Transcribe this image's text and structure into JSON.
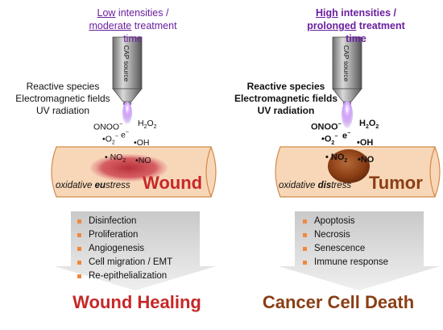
{
  "colors": {
    "purple_text": "#6a1fa0",
    "wound_red": "#c62828",
    "tumor_brown": "#8a3e14",
    "bullet_orange": "#f0883e",
    "tissue_fill": "#f8d7b8",
    "tissue_stroke": "#d28a4a",
    "arrow_gray": "#d0d0d0"
  },
  "left": {
    "header": {
      "line1_emph": "Low",
      "line1_rest": " intensities /",
      "line2_emph": "moderate",
      "line2_rest": " treatment time"
    },
    "source_label": "CAP source",
    "factors": [
      "Reactive species",
      "Electromagnetic fields",
      "UV radiation"
    ],
    "species": {
      "onoo": "ONOO",
      "onoo_sup": "−",
      "h2o2": "H",
      "h2o2_2": "2",
      "h2o2_3": "O",
      "h2o2_4": "2",
      "o2": "O",
      "o2_sub": "2",
      "o2_sup": "−",
      "e": "e",
      "e_sup": "−",
      "oh": "OH",
      "no2": "NO",
      "no2_sub": "2",
      "no": "NO"
    },
    "state_pre": "oxidative ",
    "state_emph": "eu",
    "state_post": "stress",
    "tissue_label": "Wound",
    "effects": [
      "Disinfection",
      "Proliferation",
      "Angiogenesis",
      "Cell migration / EMT",
      "Re-epithelialization"
    ],
    "outcome": "Wound Healing"
  },
  "right": {
    "header": {
      "line1_emph": "High",
      "line1_rest": " intensities /",
      "line2_emph": "prolonged",
      "line2_rest": " treatment time"
    },
    "source_label": "CAP source",
    "factors": [
      "Reactive species",
      "Electromagnetic fields",
      "UV radiation"
    ],
    "species": {
      "onoo": "ONOO",
      "onoo_sup": "−",
      "h2o2": "H",
      "h2o2_2": "2",
      "h2o2_3": "O",
      "h2o2_4": "2",
      "o2": "O",
      "o2_sub": "2",
      "o2_sup": "−",
      "e": "e",
      "e_sup": "−",
      "oh": "OH",
      "no2": "NO",
      "no2_sub": "2",
      "no": "NO"
    },
    "state_pre": "oxidative ",
    "state_emph": "dis",
    "state_post": "tress",
    "tissue_label": "Tumor",
    "effects": [
      "Apoptosis",
      "Necrosis",
      "Senescence",
      "Immune response"
    ],
    "outcome": "Cancer Cell Death"
  }
}
